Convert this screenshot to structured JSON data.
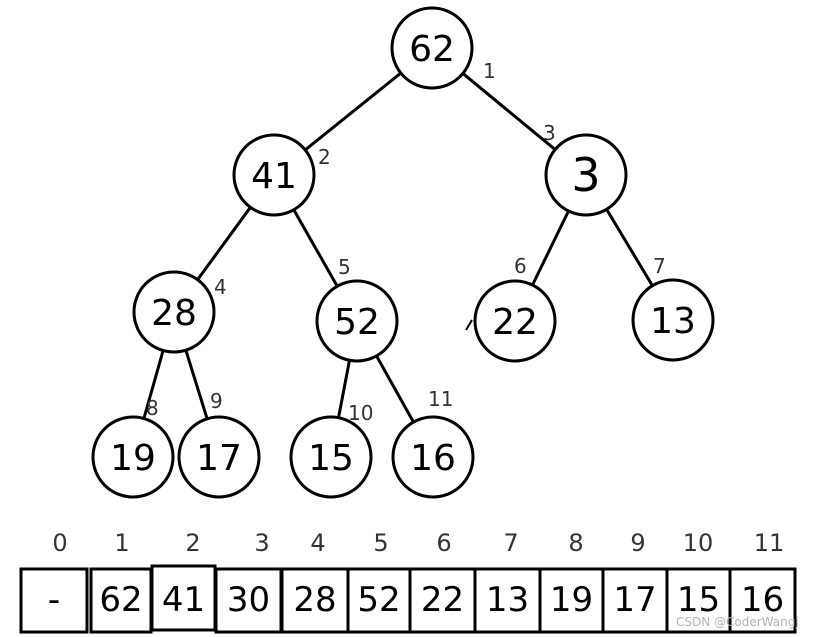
{
  "tree": {
    "nodes": [
      {
        "id": "n1",
        "value": "62",
        "index": "1"
      },
      {
        "id": "n2",
        "value": "41",
        "index": "2"
      },
      {
        "id": "n3",
        "value": "3",
        "index": "3"
      },
      {
        "id": "n4",
        "value": "28",
        "index": "4"
      },
      {
        "id": "n5",
        "value": "52",
        "index": "5"
      },
      {
        "id": "n6",
        "value": "22",
        "index": "6"
      },
      {
        "id": "n7",
        "value": "13",
        "index": "7"
      },
      {
        "id": "n8",
        "value": "19",
        "index": "8"
      },
      {
        "id": "n9",
        "value": "17",
        "index": "9"
      },
      {
        "id": "n10",
        "value": "15",
        "index": "10"
      },
      {
        "id": "n11",
        "value": "16",
        "index": "11"
      }
    ],
    "edges": [
      [
        "n1",
        "n2"
      ],
      [
        "n1",
        "n3"
      ],
      [
        "n2",
        "n4"
      ],
      [
        "n2",
        "n5"
      ],
      [
        "n3",
        "n6"
      ],
      [
        "n3",
        "n7"
      ],
      [
        "n4",
        "n8"
      ],
      [
        "n4",
        "n9"
      ],
      [
        "n5",
        "n10"
      ],
      [
        "n5",
        "n11"
      ]
    ]
  },
  "array": {
    "indices": [
      "0",
      "1",
      "2",
      "3",
      "4",
      "5",
      "6",
      "7",
      "8",
      "9",
      "10",
      "11"
    ],
    "values": [
      "-",
      "62",
      "41",
      "30",
      "28",
      "52",
      "22",
      "13",
      "19",
      "17",
      "15",
      "16"
    ]
  },
  "watermark": "CSDN @CoderWangj",
  "colors": {
    "stroke": "#000000",
    "index_text": "#333333",
    "watermark": "#b3b3b3"
  }
}
